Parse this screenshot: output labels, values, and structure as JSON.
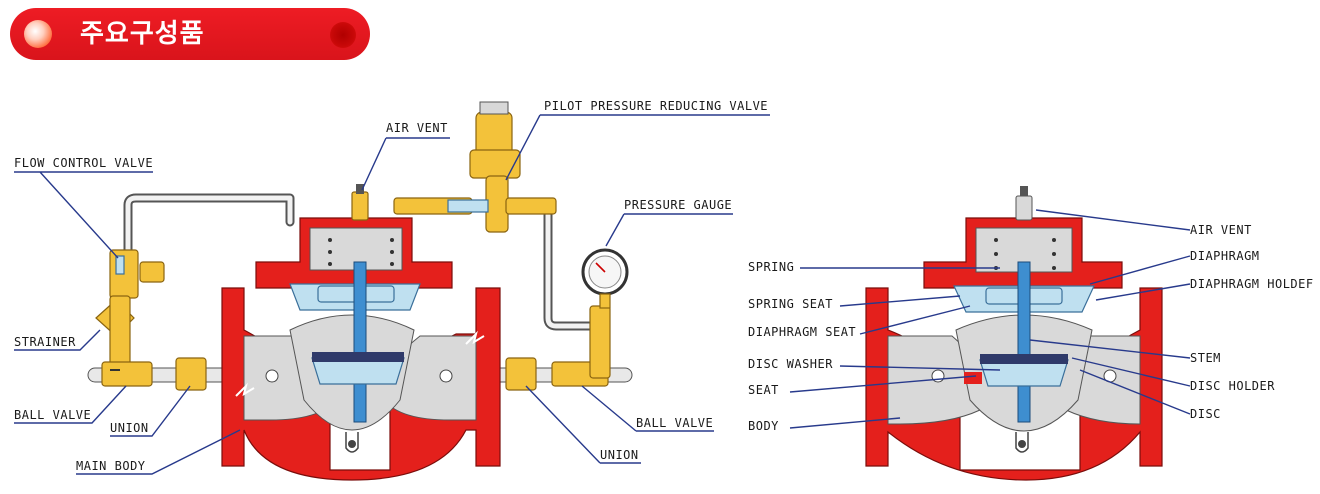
{
  "header": {
    "title": "주요구성품"
  },
  "left_labels": {
    "air_vent": "AIR VENT",
    "pilot": "PILOT PRESSURE REDUCING VALVE",
    "flow_control": "FLOW CONTROL VALVE",
    "pressure_gauge": "PRESSURE GAUGE",
    "strainer": "STRAINER",
    "ball_valve_left": "BALL VALVE",
    "union_left": "UNION",
    "main_body": "MAIN BODY",
    "ball_valve_right": "BALL VALVE",
    "union_right": "UNION"
  },
  "right_labels": {
    "air_vent": "AIR VENT",
    "diaphragm": "DIAPHRAGM",
    "diaphragm_holder": "DIAPHRAGM HOLDEF",
    "spring": "SPRING",
    "spring_seat": "SPRING SEAT",
    "diaphragm_seat": "DIAPHRAGM SEAT",
    "stem": "STEM",
    "disc_washer": "DISC WASHER",
    "disc_holder": "DISC HOLDER",
    "seat": "SEAT",
    "disc": "DISC",
    "body": "BODY"
  },
  "colors": {
    "body": "#e4201c",
    "internal": "#d9d9d9",
    "brass": "#f3c23a",
    "leader": "#283a8c"
  }
}
